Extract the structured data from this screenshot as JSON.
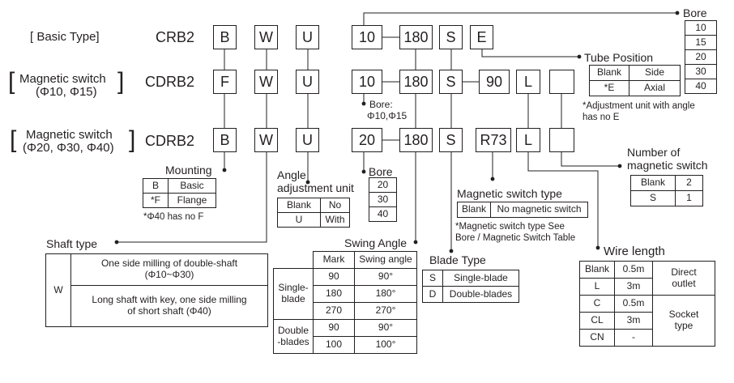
{
  "rows": [
    {
      "label": "[ Basic Type]",
      "model": "CRB2",
      "codes": [
        "B",
        "W",
        "U",
        "10",
        "180",
        "S",
        "E"
      ]
    },
    {
      "label": [
        "Magnetic switch",
        "(Φ10, Φ15)"
      ],
      "model": "CDRB2",
      "codes": [
        "F",
        "W",
        "U",
        "10",
        "180",
        "S",
        "90",
        "L",
        ""
      ]
    },
    {
      "label": [
        "Magnetic switch",
        "(Φ20, Φ30, Φ40)"
      ],
      "model": "CDRB2",
      "codes": [
        "B",
        "W",
        "U",
        "20",
        "180",
        "S",
        "R73",
        "L",
        ""
      ]
    }
  ],
  "brackets": {
    "open": "[",
    "close": "]"
  },
  "bore_top": {
    "title": "Bore",
    "values": [
      "10",
      "15",
      "20",
      "30",
      "40"
    ]
  },
  "tube_position": {
    "title": "Tube Position",
    "rows": [
      [
        "Blank",
        "Side"
      ],
      [
        "*E",
        "Axial"
      ]
    ],
    "note": [
      "*Adjustment unit with angle",
      "has no E"
    ]
  },
  "bore_small": {
    "title": "Bore:",
    "values": "Φ10,Φ15"
  },
  "mounting": {
    "title": "Mounting",
    "rows": [
      [
        "B",
        "Basic"
      ],
      [
        "*F",
        "Flange"
      ]
    ],
    "note": "*Φ40 has no F"
  },
  "angle_unit": {
    "title": [
      "Angle",
      "adjustment unit"
    ],
    "rows": [
      [
        "Blank",
        "No"
      ],
      [
        "U",
        "With"
      ]
    ]
  },
  "bore_mid": {
    "title": "Bore",
    "values": [
      "20",
      "30",
      "40"
    ]
  },
  "switch_type": {
    "title": "Magnetic switch type",
    "rows": [
      [
        "Blank",
        "No magnetic switch"
      ]
    ],
    "note": [
      "*Magnetic switch type See",
      "Bore / Magnetic Switch Table"
    ]
  },
  "switch_count": {
    "title": [
      "Number of",
      "magnetic switch"
    ],
    "rows": [
      [
        "Blank",
        "2"
      ],
      [
        "S",
        "1"
      ]
    ]
  },
  "shaft_type": {
    "title": "Shaft type",
    "code": "W",
    "rows": [
      [
        "One side milling of double-shaft",
        "(Φ10~Φ30)"
      ],
      [
        "Long shaft with key, one side milling",
        "of short shaft (Φ40)"
      ]
    ]
  },
  "swing_angle": {
    "title": "Swing Angle",
    "headers": [
      "Mark",
      "Swing angle"
    ],
    "groups": [
      {
        "name": [
          "Single-",
          "blade"
        ],
        "rows": [
          [
            "90",
            "90°"
          ],
          [
            "180",
            "180°"
          ],
          [
            "270",
            "270°"
          ]
        ]
      },
      {
        "name": [
          "Double",
          "-blades"
        ],
        "rows": [
          [
            "90",
            "90°"
          ],
          [
            "100",
            "100°"
          ]
        ]
      }
    ]
  },
  "blade_type": {
    "title": "Blade Type",
    "rows": [
      [
        "S",
        "Single-blade"
      ],
      [
        "D",
        "Double-blades"
      ]
    ]
  },
  "wire_length": {
    "title": "Wire length",
    "rows": [
      [
        "Blank",
        "0.5m"
      ],
      [
        "L",
        "3m"
      ],
      [
        "C",
        "0.5m"
      ],
      [
        "CL",
        "3m"
      ],
      [
        "CN",
        "-"
      ]
    ],
    "groups": [
      [
        "Direct",
        "outlet"
      ],
      [
        "Socket",
        "type"
      ]
    ]
  }
}
